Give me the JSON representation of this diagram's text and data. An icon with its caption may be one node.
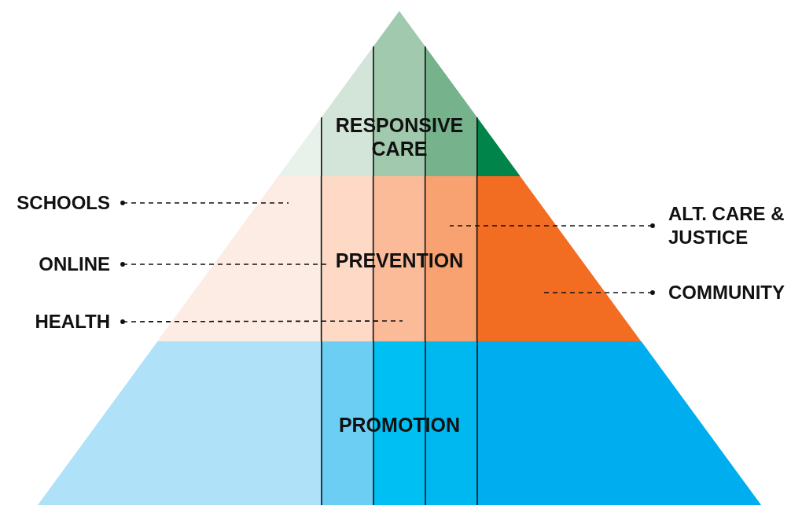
{
  "diagram": {
    "nodes": [
      {
        "text": [
          "RESPONSIVE CARE"
        ]
      },
      {
        "text": [
          "PREVENTION"
        ]
      },
      {
        "text": [
          "PROMOTION"
        ]
      },
      {
        "text": [
          "SCHOOLS"
        ]
      },
      {
        "text": [
          "ONLINE"
        ]
      },
      {
        "text": [
          "HEALTH"
        ]
      },
      {
        "text": [
          "ALT. CARE & JUSTICE"
        ]
      },
      {
        "text": [
          "COMMUNITY"
        ]
      }
    ],
    "edges": [
      {
        "from": 3,
        "to": 1,
        "arrow": "other",
        "style": "dashed"
      },
      {
        "from": 4,
        "to": 1,
        "arrow": "other",
        "style": "dashed"
      },
      {
        "from": 5,
        "to": 1,
        "arrow": "other",
        "style": "dashed"
      },
      {
        "from": 6,
        "to": 1,
        "arrow": "other",
        "style": "dashed"
      },
      {
        "from": 7,
        "to": 1,
        "arrow": "other",
        "style": "dashed"
      }
    ]
  }
}
